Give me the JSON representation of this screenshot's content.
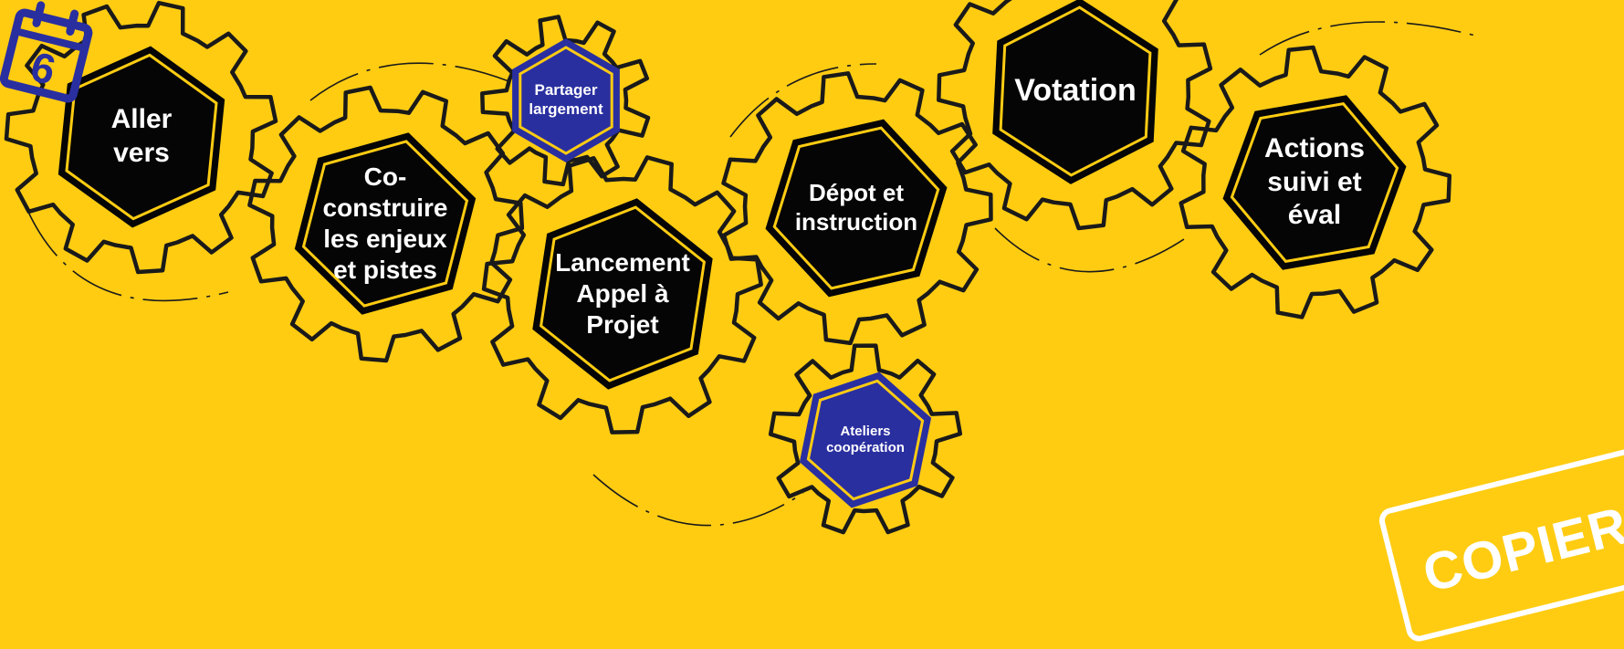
{
  "diagram": {
    "colors": {
      "background": "#FFCC12",
      "gear_outline": "#1a1a1a",
      "hub_dark": "#050505",
      "hub_blue": "#2A2FA0",
      "hub_ring": "#FFCC12",
      "stamp": "#ffffff",
      "calendar": "#2A2FA0"
    },
    "steps": [
      {
        "id": "aller-vers",
        "label": "Aller\nvers",
        "hub": "dark"
      },
      {
        "id": "co-construire",
        "label": "Co-\nconstruire\nles enjeux\net pistes",
        "hub": "dark"
      },
      {
        "id": "partager",
        "label": "Partager\nlargement",
        "hub": "blue"
      },
      {
        "id": "lancement",
        "label": "Lancement\nAppel à\nProjet",
        "hub": "dark"
      },
      {
        "id": "depot",
        "label": "Dépot et\ninstruction",
        "hub": "dark"
      },
      {
        "id": "ateliers",
        "label": "Ateliers\ncoopération",
        "hub": "blue"
      },
      {
        "id": "votation",
        "label": "Votation",
        "hub": "dark"
      },
      {
        "id": "actions",
        "label": "Actions\nsuivi et\néval",
        "hub": "dark"
      }
    ],
    "calendar_number": "6",
    "stamp_text": "COPIER / CR"
  }
}
